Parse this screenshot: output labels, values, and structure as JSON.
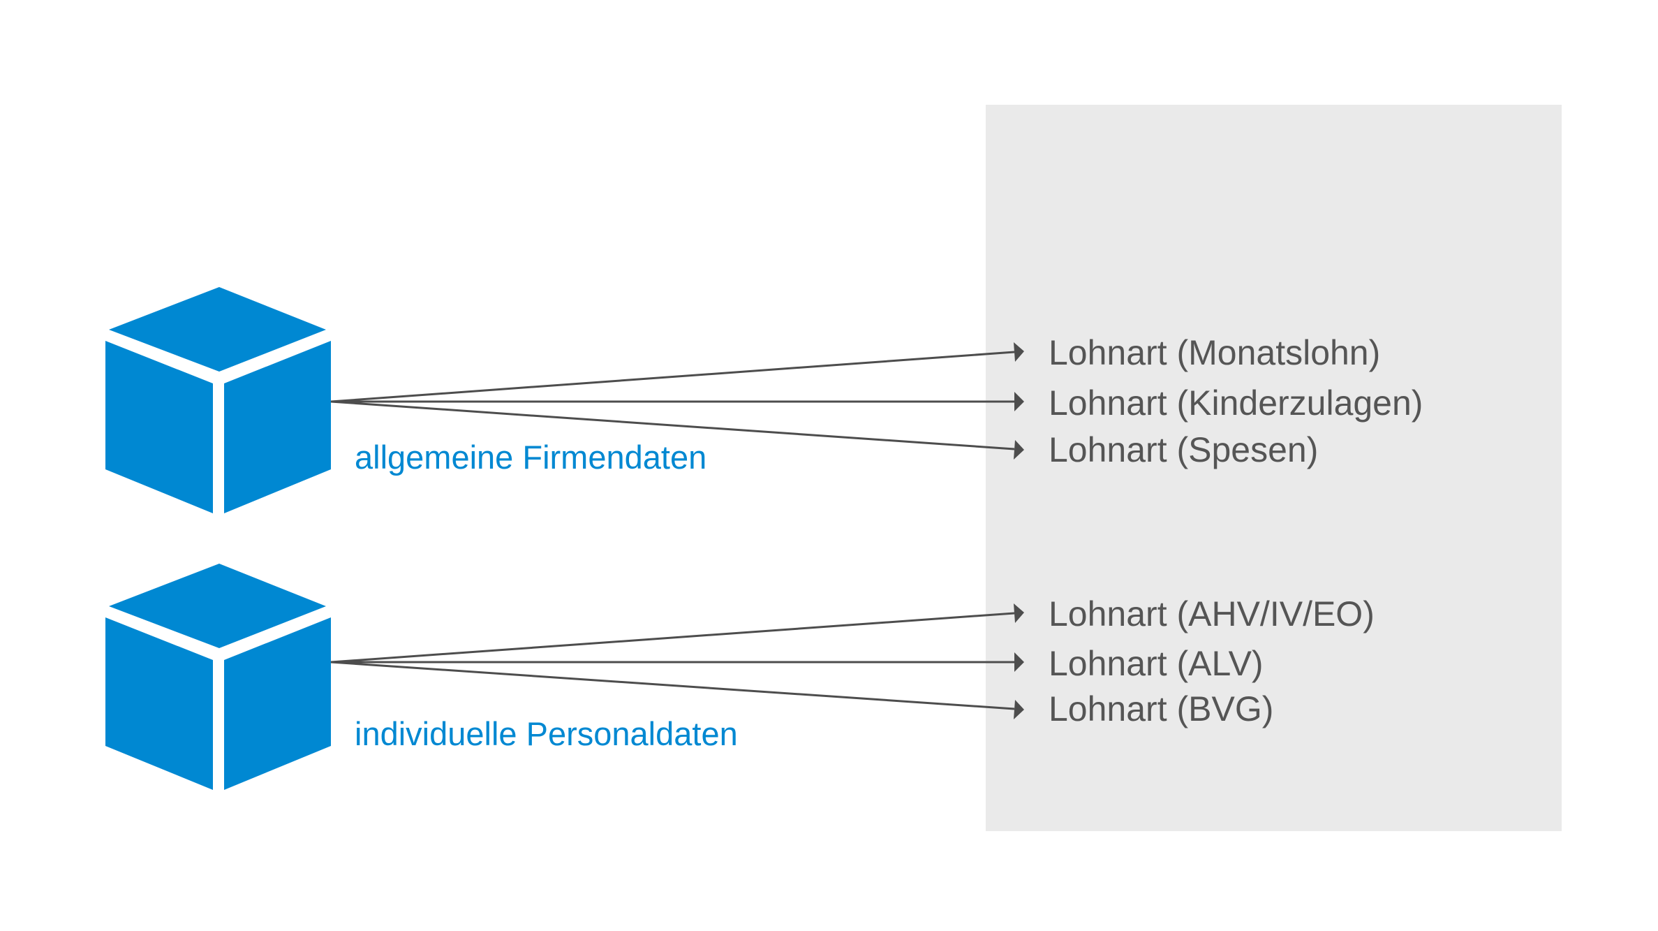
{
  "colors": {
    "cube": "#0088d2",
    "source_text": "#0088d2",
    "panel": "#eaeaea",
    "target_text": "#555555",
    "connector": "#4d4d4d",
    "background": "#ffffff"
  },
  "sources": [
    {
      "icon": "cube-icon",
      "label": "allgemeine Firmendaten",
      "targets": [
        "Lohnart (Monatslohn)",
        "Lohnart (Kinderzulagen)",
        "Lohnart (Spesen)"
      ]
    },
    {
      "icon": "cube-icon",
      "label": "individuelle Personaldaten",
      "targets": [
        "Lohnart (AHV/IV/EO)",
        "Lohnart (ALV)",
        "Lohnart (BVG)"
      ]
    }
  ]
}
